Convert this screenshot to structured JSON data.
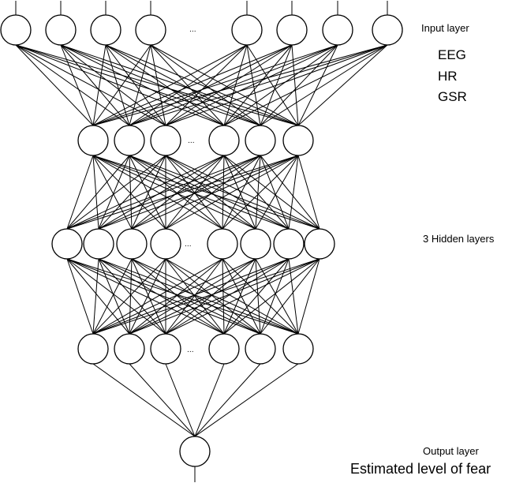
{
  "labels": {
    "input_layer": "Input layer",
    "inputs": [
      "EEG",
      "HR",
      "GSR"
    ],
    "hidden_layers": "3 Hidden layers",
    "output_layer": "Output layer",
    "output": "Estimated level of fear"
  },
  "ellipsis": "...",
  "network": {
    "layers": [
      {
        "name": "input",
        "visible_nodes": 8
      },
      {
        "name": "hidden-1",
        "visible_nodes": 6
      },
      {
        "name": "hidden-2",
        "visible_nodes": 8
      },
      {
        "name": "hidden-3",
        "visible_nodes": 6
      },
      {
        "name": "output",
        "visible_nodes": 1
      }
    ]
  },
  "colors": {
    "stroke": "#000000",
    "background": "#ffffff"
  }
}
